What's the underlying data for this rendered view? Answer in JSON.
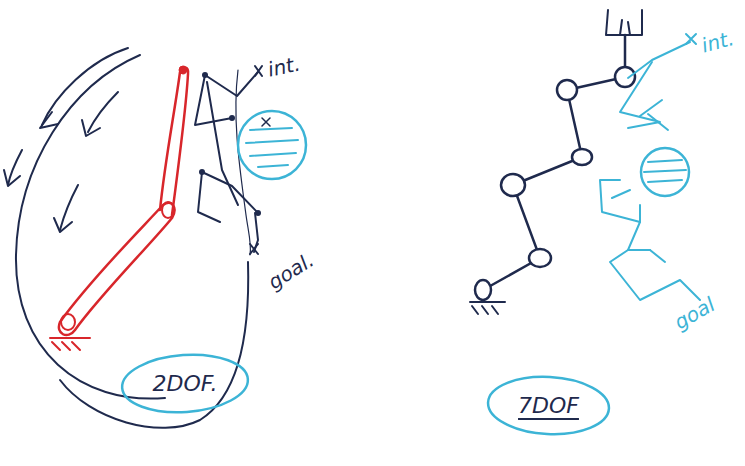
{
  "diagram": {
    "nodes": [
      {
        "text": [
          "2DOF."
        ]
      },
      {
        "text": [
          "7DOF"
        ]
      }
    ],
    "labels": [
      "int.",
      "goal.",
      "int.",
      "goal"
    ]
  }
}
